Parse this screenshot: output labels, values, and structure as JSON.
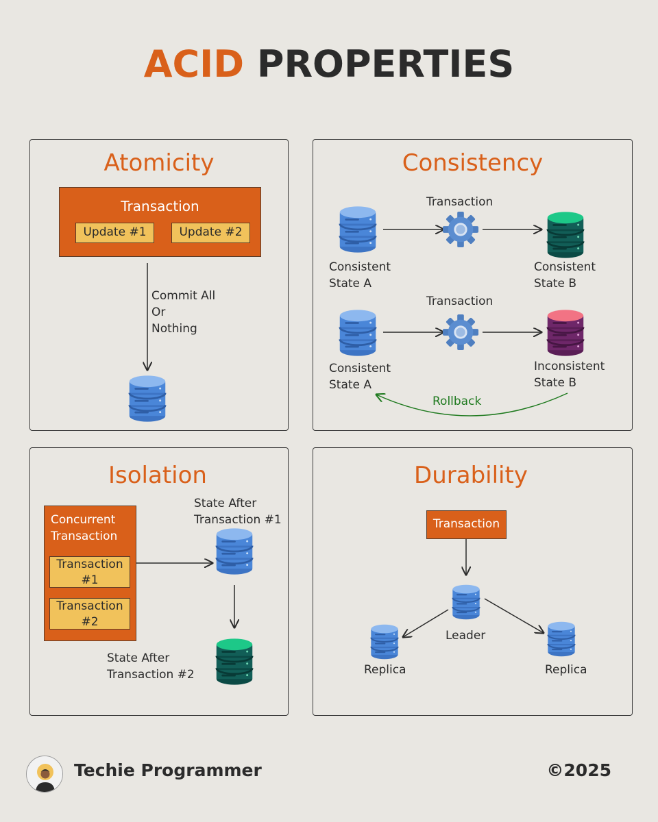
{
  "title": {
    "accent": "ACID",
    "rest": "PROPERTIES"
  },
  "atomicity": {
    "heading": "Atomicity",
    "transaction_label": "Transaction",
    "update1": "Update #1",
    "update2": "Update #2",
    "commit_lines": [
      "Commit All",
      "Or",
      "Nothing"
    ]
  },
  "consistency": {
    "heading": "Consistency",
    "row1": {
      "transaction": "Transaction",
      "from_lines": [
        "Consistent",
        "State A"
      ],
      "to_lines": [
        "Consistent",
        "State B"
      ]
    },
    "row2": {
      "transaction": "Transaction",
      "from_lines": [
        "Consistent",
        "State A"
      ],
      "to_lines": [
        "Inconsistent",
        "State B"
      ]
    },
    "rollback": "Rollback"
  },
  "isolation": {
    "heading": "Isolation",
    "concurrent_lines": [
      "Concurrent",
      "Transaction"
    ],
    "tx1_lines": [
      "Transaction",
      "#1"
    ],
    "tx2_lines": [
      "Transaction",
      "#2"
    ],
    "state1_lines": [
      "State After",
      "Transaction #1"
    ],
    "state2_lines": [
      "State After",
      "Transaction #2"
    ]
  },
  "durability": {
    "heading": "Durability",
    "transaction": "Transaction",
    "leader": "Leader",
    "replica_left": "Replica",
    "replica_right": "Replica"
  },
  "footer": {
    "name": "Techie Programmer",
    "copyright": "©2025"
  },
  "colors": {
    "accent": "#d9601a",
    "yellow": "#f1c25b",
    "db_blue": "#4a86d8",
    "db_green": "#1dc888",
    "db_red": "#f27384",
    "rollback": "#1f7a1f"
  },
  "icons": [
    "database-icon",
    "gear-icon",
    "avatar-icon"
  ]
}
